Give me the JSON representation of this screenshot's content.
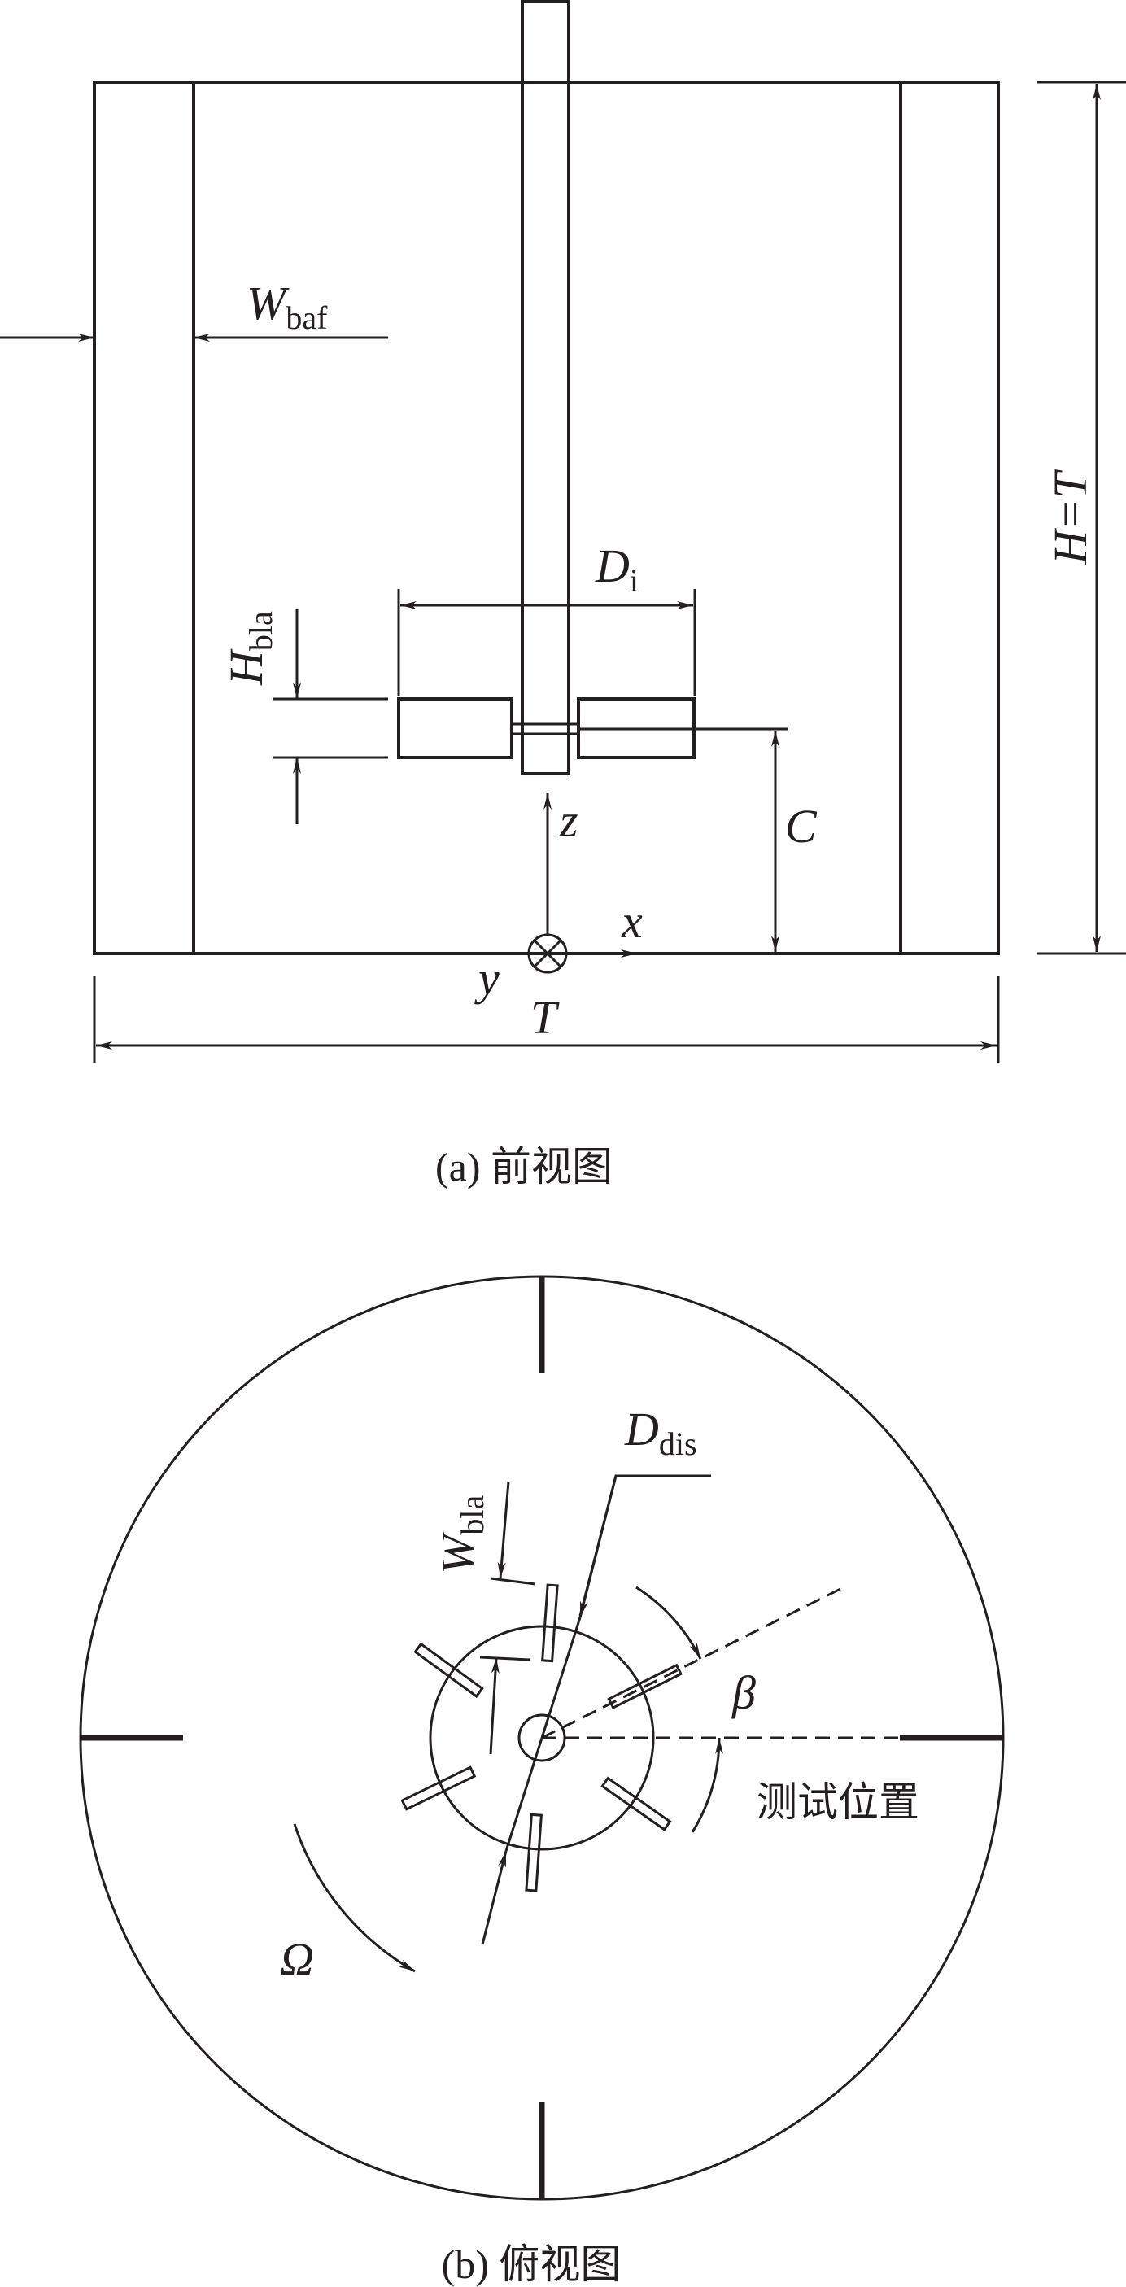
{
  "front_view": {
    "caption": "(a) 前视图",
    "labels": {
      "W": "W",
      "W_sub": "baf",
      "D": "D",
      "D_sub": "i",
      "H": "H",
      "H_sub": "bla",
      "C": "C",
      "z": "z",
      "x": "x",
      "y": "y",
      "T": "T",
      "HT": "H=T"
    }
  },
  "top_view": {
    "caption": "(b) 俯视图",
    "labels": {
      "D": "D",
      "D_sub": "dis",
      "W": "W",
      "W_sub": "bla",
      "beta": "β",
      "omega": "Ω",
      "test_position": "测试位置"
    }
  },
  "colors": {
    "line": "#231f20",
    "background": "#ffffff"
  }
}
